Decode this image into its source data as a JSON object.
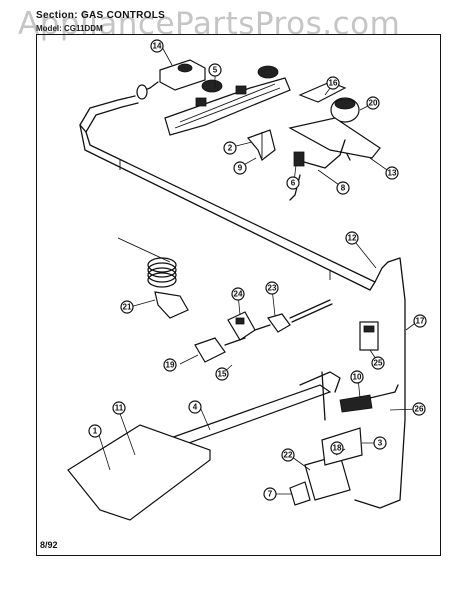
{
  "header": {
    "section_label": "Section:",
    "section_title": "GAS CONTROLS",
    "model_line": "Model: CG11DDM"
  },
  "watermark": {
    "text": "AppliancePartsPros.com"
  },
  "footer": {
    "date_code": "8/92"
  },
  "callouts": [
    {
      "id": "c1",
      "label": "1"
    },
    {
      "id": "c2",
      "label": "2"
    },
    {
      "id": "c3",
      "label": "3"
    },
    {
      "id": "c4",
      "label": "4"
    },
    {
      "id": "c5",
      "label": "5"
    },
    {
      "id": "c6",
      "label": "6"
    },
    {
      "id": "c7",
      "label": "7"
    },
    {
      "id": "c8",
      "label": "8"
    },
    {
      "id": "c9",
      "label": "9"
    },
    {
      "id": "c10",
      "label": "10"
    },
    {
      "id": "c11",
      "label": "11"
    },
    {
      "id": "c12",
      "label": "12"
    },
    {
      "id": "c13",
      "label": "13"
    },
    {
      "id": "c14",
      "label": "14"
    },
    {
      "id": "c15",
      "label": "15"
    },
    {
      "id": "c16",
      "label": "16"
    },
    {
      "id": "c17",
      "label": "17"
    },
    {
      "id": "c18",
      "label": "18"
    },
    {
      "id": "c19",
      "label": "19"
    },
    {
      "id": "c20",
      "label": "20"
    },
    {
      "id": "c21",
      "label": "21"
    },
    {
      "id": "c22",
      "label": "22"
    },
    {
      "id": "c23",
      "label": "23"
    },
    {
      "id": "c24",
      "label": "24"
    },
    {
      "id": "c25",
      "label": "25"
    },
    {
      "id": "c26",
      "label": "26"
    }
  ]
}
